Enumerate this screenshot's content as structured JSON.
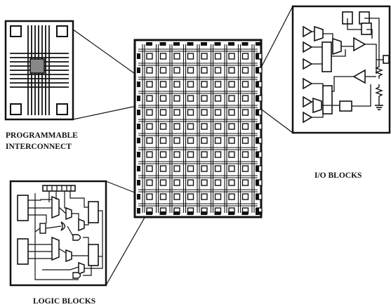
{
  "labels": {
    "programmable_line1": "PROGRAMMABLE",
    "programmable_line2": "INTERCONNECT",
    "io_blocks": "I/O BLOCKS",
    "logic_blocks": "LOGIC BLOCKS"
  },
  "colors": {
    "ink": "#111111",
    "background": "#ffffff",
    "switch_matrix": "#888888"
  }
}
